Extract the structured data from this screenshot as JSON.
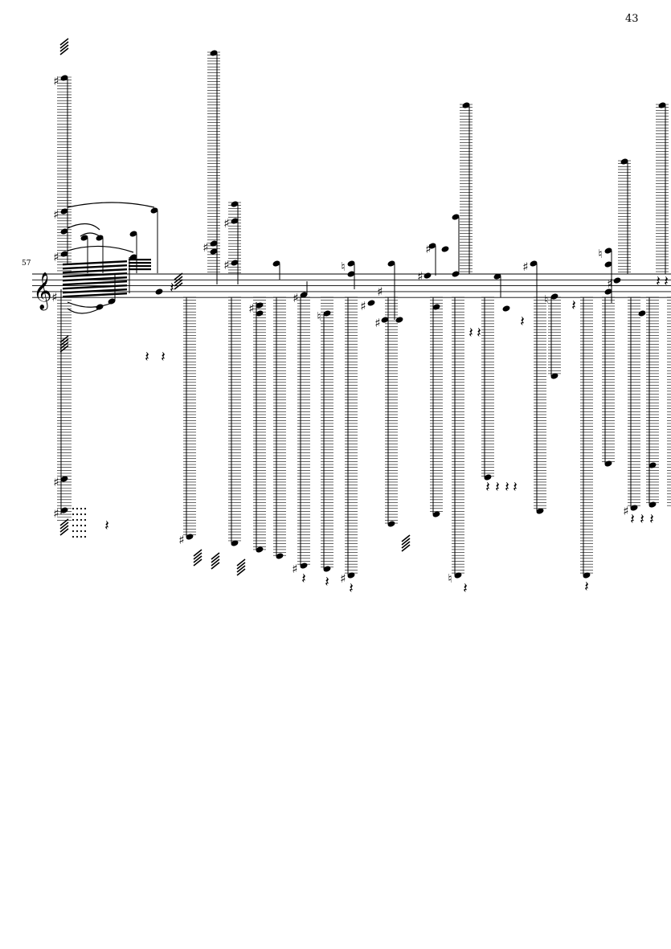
{
  "page": {
    "page_number": "43",
    "measure_number": "57"
  },
  "score": {
    "clef": "treble",
    "staff_lines": 5,
    "accidental_glyphs": {
      "sharp": "♯",
      "natural": "♮"
    },
    "rest_glyph": "𝄽",
    "clef_glyph": "𝄞"
  }
}
